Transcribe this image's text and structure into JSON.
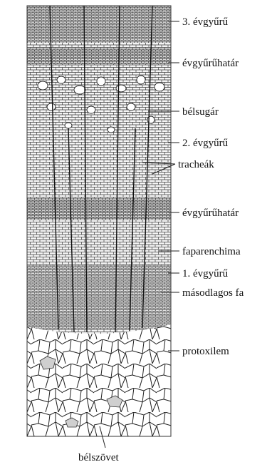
{
  "figure": {
    "labels": {
      "ring_3": "3. évgyűrű",
      "ring_boundary_upper": "évgyűrűhatár",
      "pith_ray": "bélsugár",
      "ring_2": "2. évgyűrű",
      "tracheae": "tracheák",
      "ring_boundary_lower": "évgyűrűhatár",
      "wood_parenchyma": "faparenchima",
      "ring_1": "1. évgyűrű",
      "secondary_wood": "másodlagos fa",
      "protoxylem": "protoxilem",
      "pith_tissue": "bélszövet"
    }
  }
}
